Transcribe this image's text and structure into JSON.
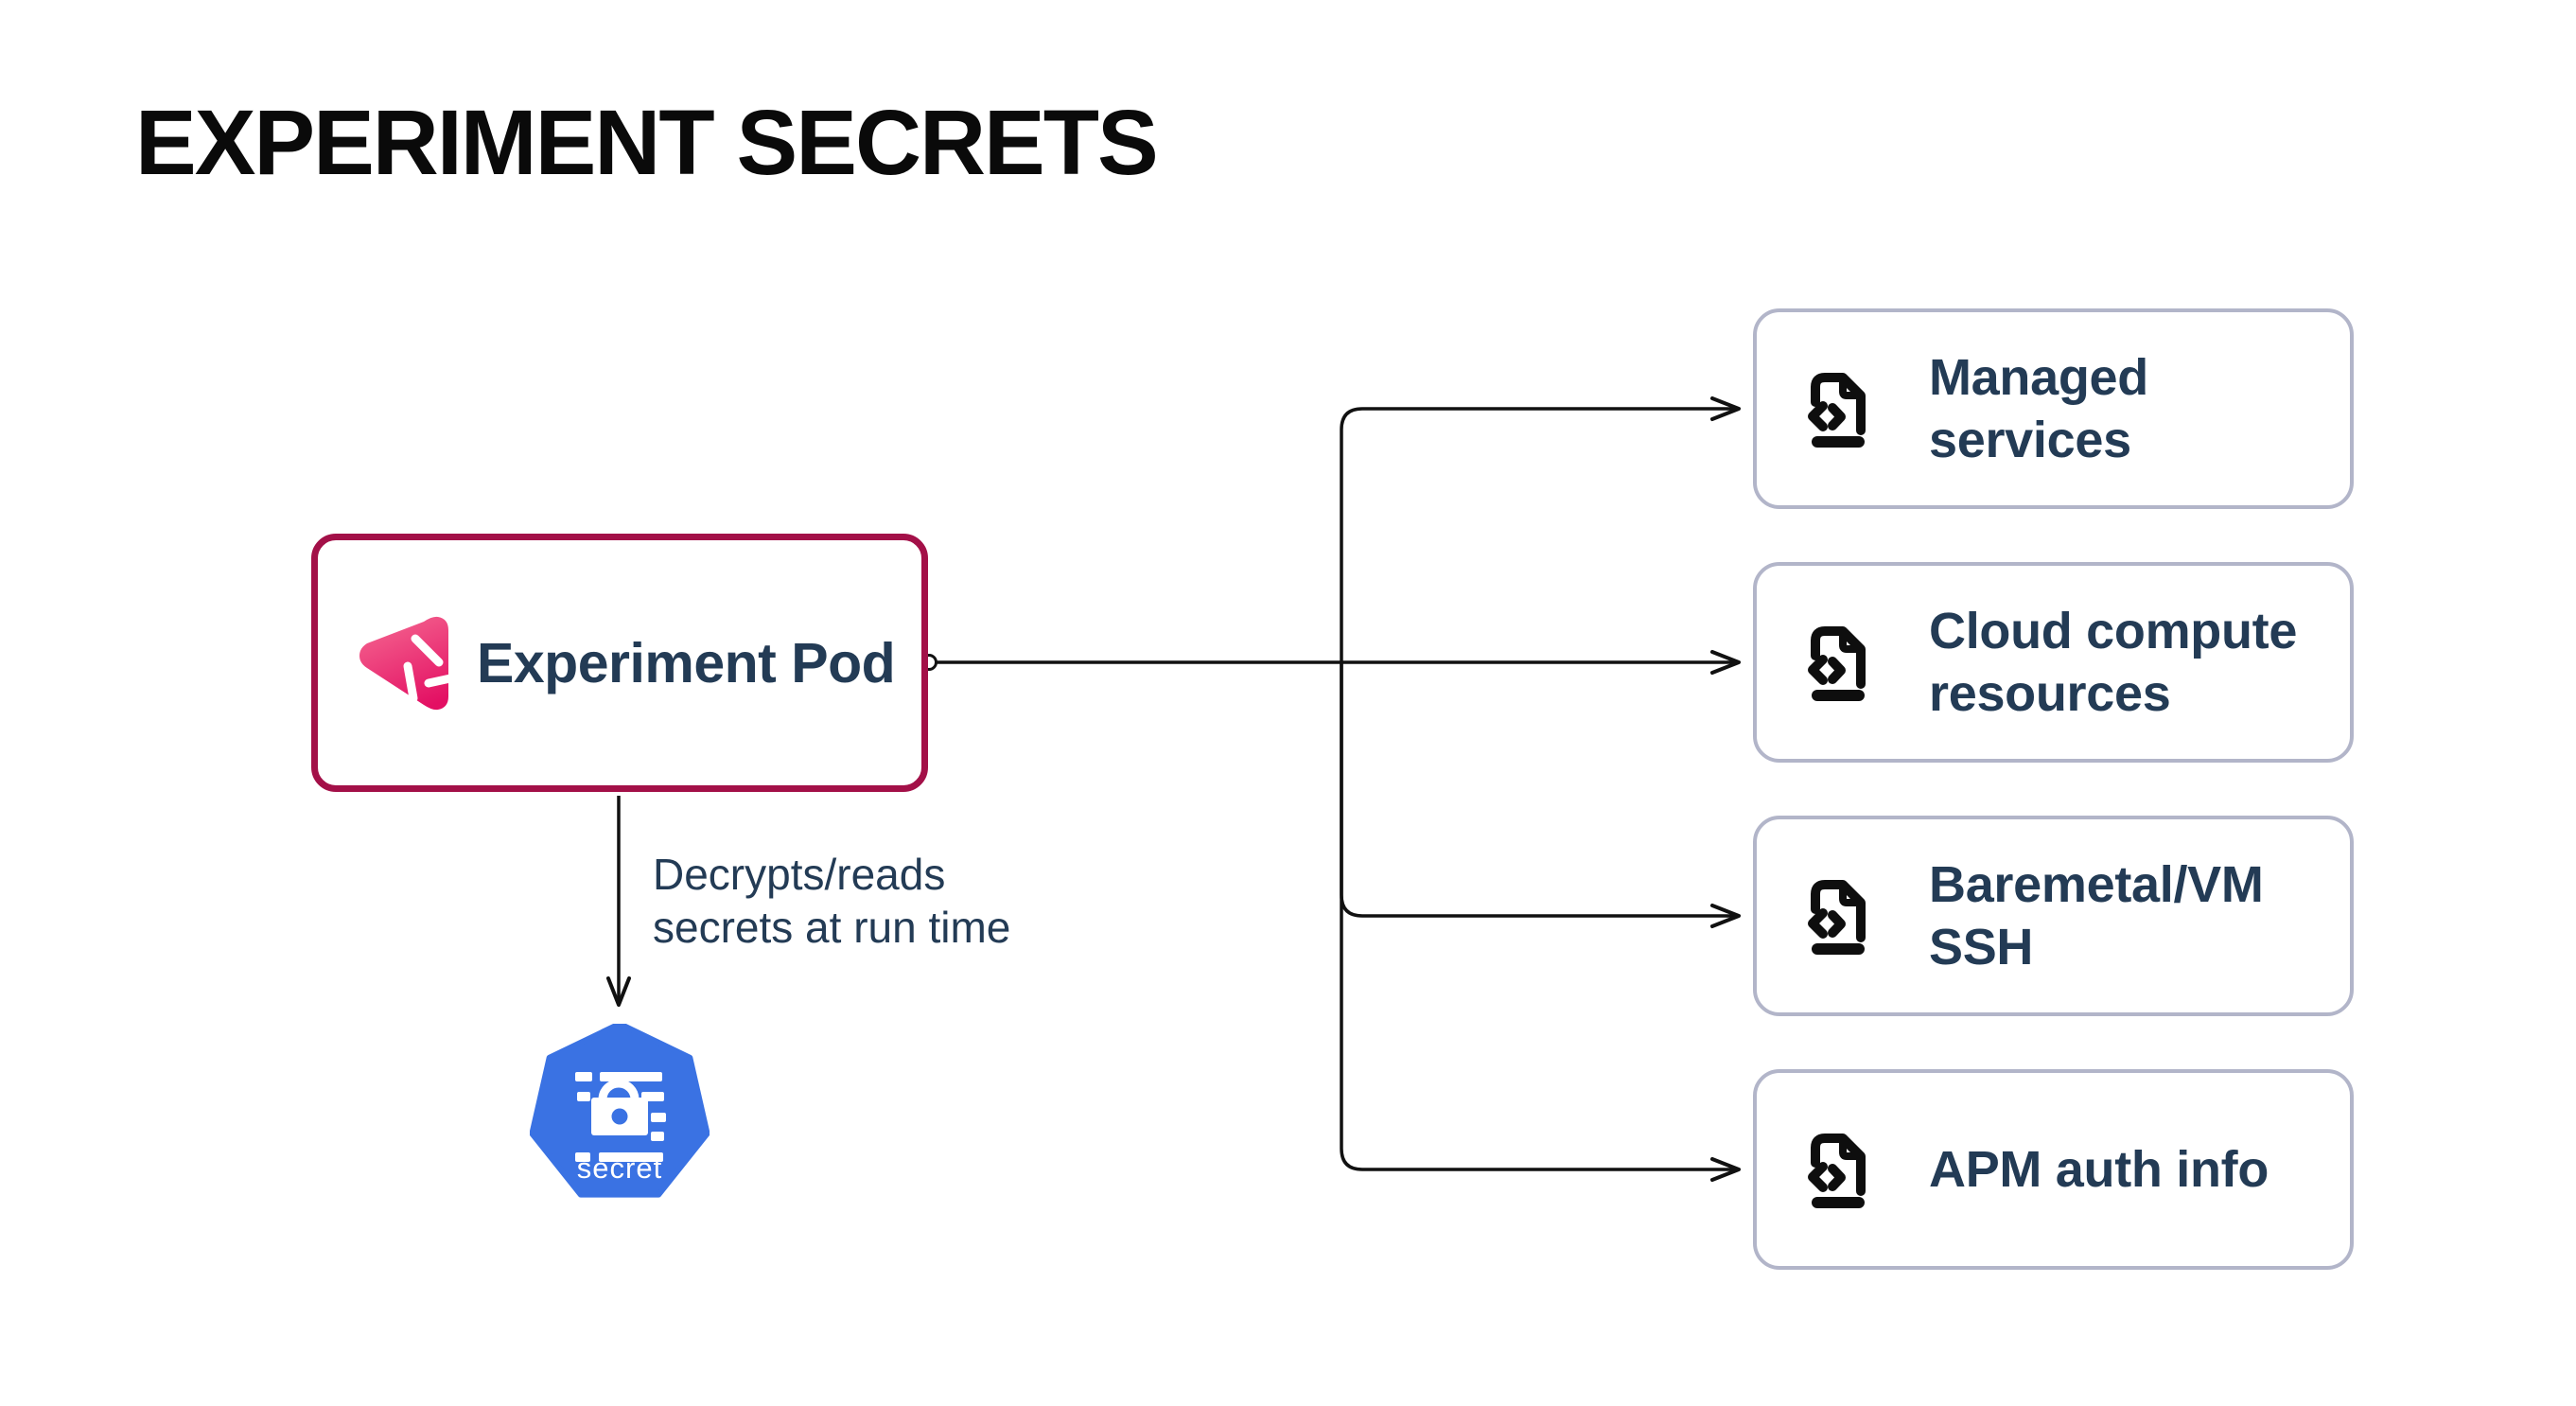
{
  "title": "EXPERIMENT SECRETS",
  "pod": {
    "label": "Experiment Pod",
    "icon": "litmus-chaos-icon"
  },
  "annotation": {
    "line1": "Decrypts/reads",
    "line2": "secrets at run time"
  },
  "secret": {
    "label": "secret",
    "icon": "kubernetes-secret-icon"
  },
  "targets": [
    {
      "label": "Managed services",
      "icon": "file-code-icon"
    },
    {
      "label": "Cloud compute resources",
      "icon": "file-code-icon"
    },
    {
      "label": "Baremetal/VM SSH",
      "icon": "file-code-icon"
    },
    {
      "label": "APM auth info",
      "icon": "file-code-icon"
    }
  ],
  "colors": {
    "pod_border": "#a31048",
    "target_border": "#b2b5c9",
    "text_navy": "#233b55",
    "title_black": "#0a0a0a",
    "kubernetes_blue": "#3a72e3",
    "litmus_pink_light": "#f4628e",
    "litmus_pink_dark": "#e30f63",
    "line_black": "#111111"
  }
}
